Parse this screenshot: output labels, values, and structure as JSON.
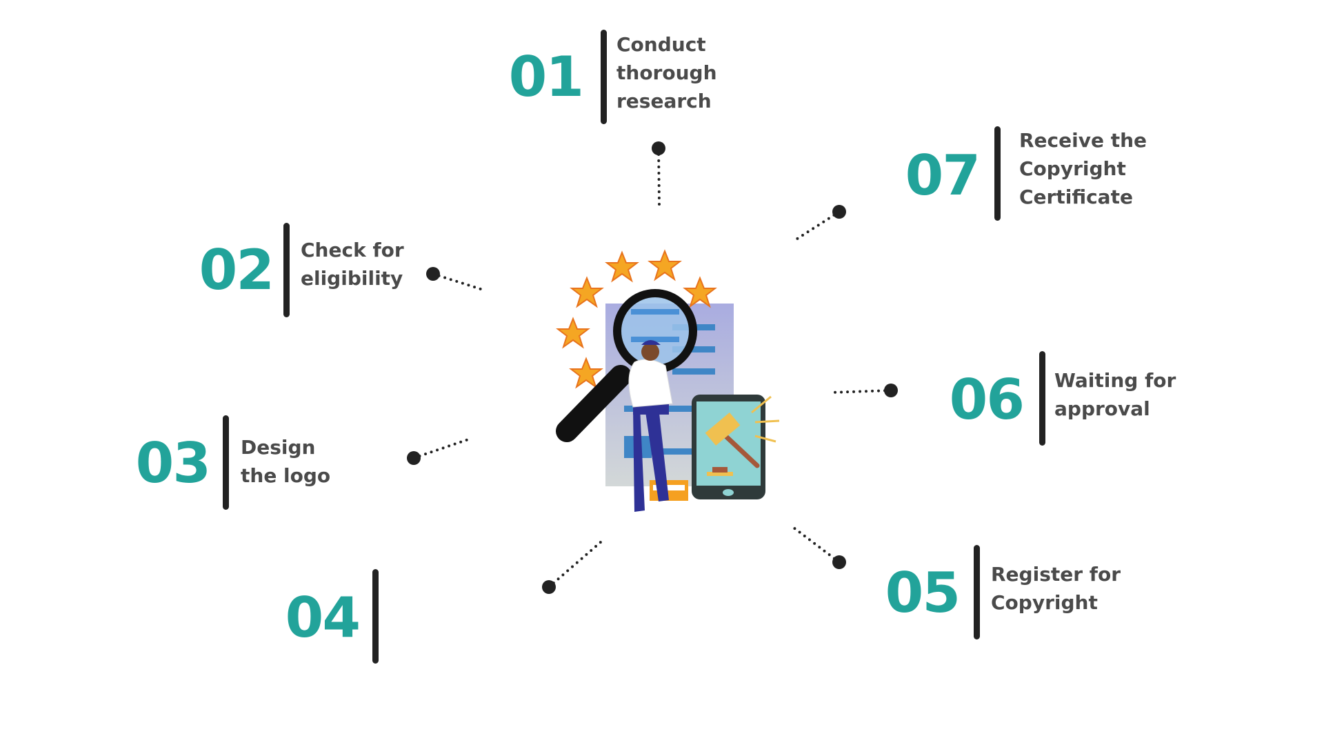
{
  "colors": {
    "accent": "#22a39a",
    "text": "#4a4a4a",
    "bar": "#222222"
  },
  "steps": [
    {
      "number": "01",
      "lines": [
        "Conduct",
        "thorough",
        "research"
      ]
    },
    {
      "number": "02",
      "lines": [
        "Check for",
        "eligibility"
      ]
    },
    {
      "number": "03",
      "lines": [
        "Design",
        "the logo"
      ]
    },
    {
      "number": "04",
      "lines": []
    },
    {
      "number": "05",
      "lines": [
        "Register for",
        "Copyright"
      ]
    },
    {
      "number": "06",
      "lines": [
        "Waiting for",
        "approval"
      ]
    },
    {
      "number": "07",
      "lines": [
        "Receive the",
        "Copyright",
        "Certificate"
      ]
    }
  ],
  "illustration": {
    "icons": [
      "magnifying-glass",
      "stars",
      "document",
      "person",
      "phone-gavel",
      "briefcase"
    ]
  }
}
